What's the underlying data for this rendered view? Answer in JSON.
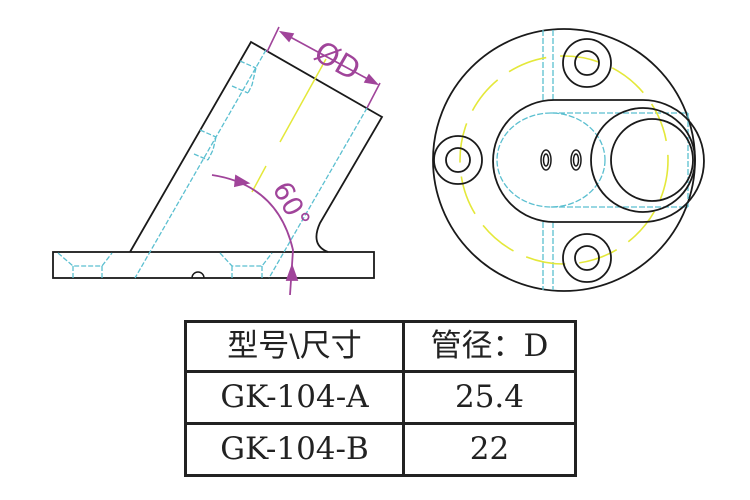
{
  "drawing": {
    "dimension_label": "ØD",
    "angle_label": "60°",
    "colors": {
      "outline": "#1a1a1a",
      "hidden": "#5bbfd0",
      "center": "#e4e83a",
      "dimension": "#a0449a"
    }
  },
  "table": {
    "headers": [
      "型号\\尺寸",
      "管径：D"
    ],
    "rows": [
      {
        "model": "GK-104-A",
        "diameter": "25.4"
      },
      {
        "model": "GK-104-B",
        "diameter": "22"
      }
    ]
  }
}
